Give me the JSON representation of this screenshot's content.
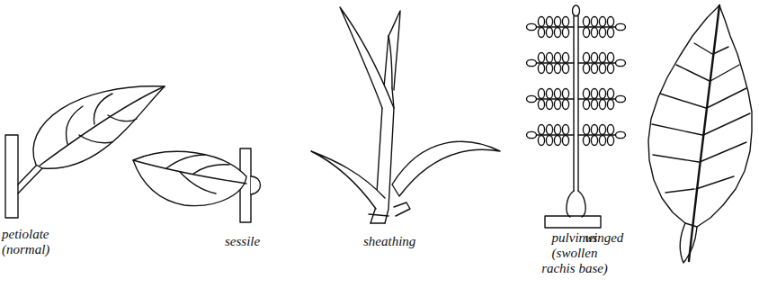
{
  "diagram": {
    "labels": [
      "petiolate (normal)",
      "sessile",
      "sheathing",
      "pulvinus (swollen rachis base)",
      "winged"
    ]
  }
}
